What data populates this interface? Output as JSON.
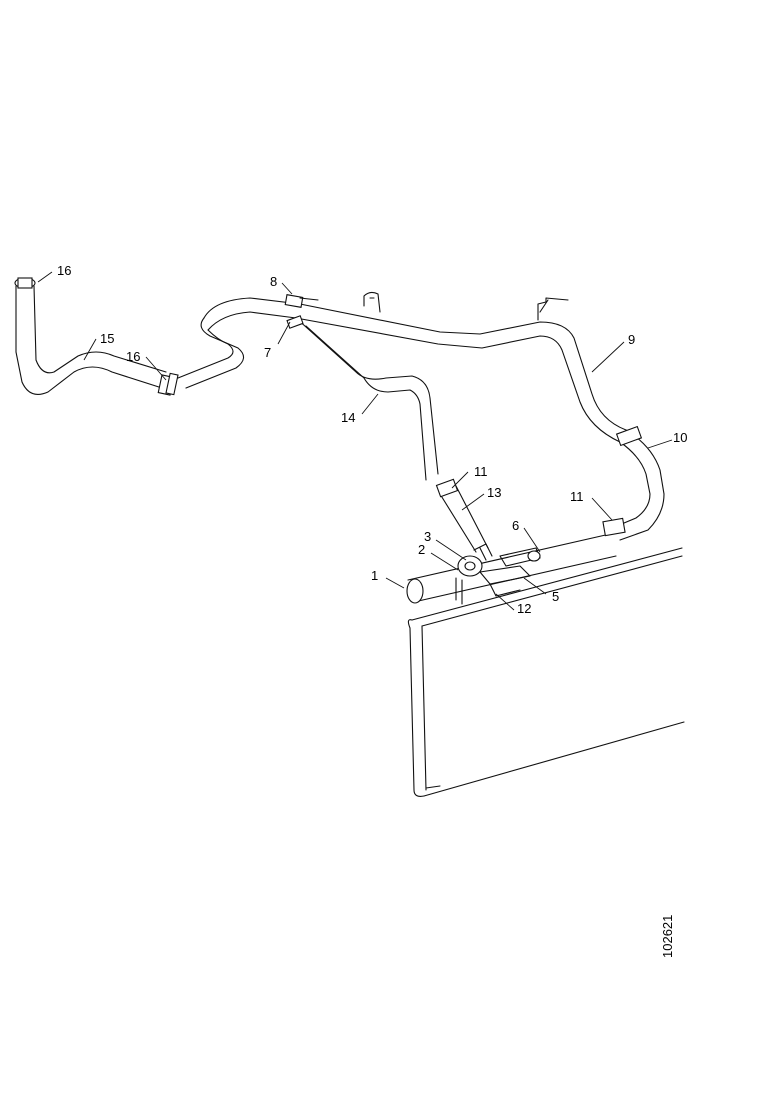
{
  "figure_id": "102621",
  "callouts": [
    {
      "id": "c1",
      "label": "1"
    },
    {
      "id": "c2",
      "label": "2"
    },
    {
      "id": "c3",
      "label": "3"
    },
    {
      "id": "c5",
      "label": "5"
    },
    {
      "id": "c6",
      "label": "6"
    },
    {
      "id": "c7",
      "label": "7"
    },
    {
      "id": "c8",
      "label": "8"
    },
    {
      "id": "c9",
      "label": "9"
    },
    {
      "id": "c10",
      "label": "10"
    },
    {
      "id": "c11a",
      "label": "11"
    },
    {
      "id": "c11b",
      "label": "11"
    },
    {
      "id": "c12",
      "label": "12"
    },
    {
      "id": "c13",
      "label": "13"
    },
    {
      "id": "c14",
      "label": "14"
    },
    {
      "id": "c15",
      "label": "15"
    },
    {
      "id": "c16a",
      "label": "16"
    },
    {
      "id": "c16b",
      "label": "16"
    }
  ]
}
